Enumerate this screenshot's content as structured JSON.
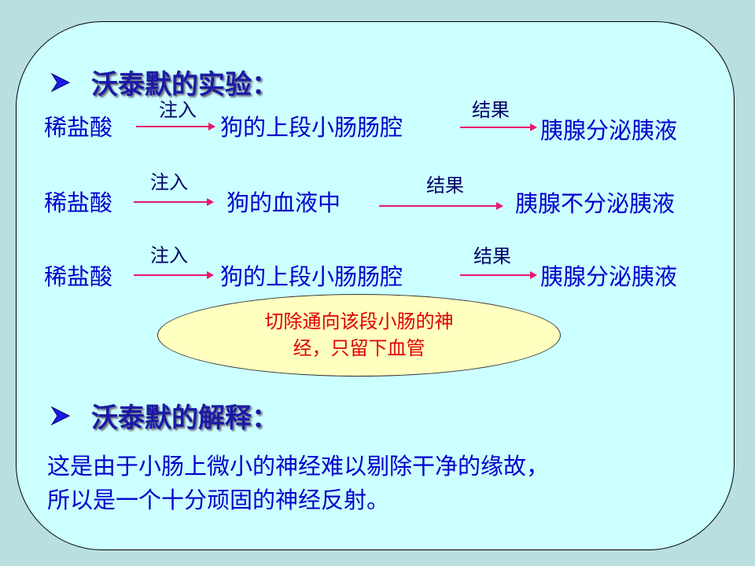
{
  "slide": {
    "section1_title": "沃泰默的实验：",
    "rows": [
      {
        "start": "稀盐酸",
        "arrow1_label": "注入",
        "middle": "狗的上段小肠肠腔",
        "arrow2_label": "结果",
        "end": "胰腺分泌胰液"
      },
      {
        "start": "稀盐酸",
        "arrow1_label": "注入",
        "middle": "狗的血液中",
        "arrow2_label": "结果",
        "end": "胰腺不分泌胰液"
      },
      {
        "start": "稀盐酸",
        "arrow1_label": "注入",
        "middle": "狗的上段小肠肠腔",
        "arrow2_label": "结果",
        "end": "胰腺分泌胰液"
      }
    ],
    "note_line1": "切除通向该段小肠的神",
    "note_line2": "经，只留下血管",
    "section2_title": "沃泰默的解释：",
    "explanation_line1": "这是由于小肠上微小的神经难以剔除干净的缘故，",
    "explanation_line2": "所以是一个十分顽固的神经反射。"
  },
  "colors": {
    "background": "#b9dfe1",
    "panel": "#ccffff",
    "text": "#0000cc",
    "arrow": "#e8176b",
    "note_text": "#e00000",
    "note_fill": "#ffffc0"
  },
  "icons": {
    "bullet": "arrowhead-bullet-icon"
  }
}
